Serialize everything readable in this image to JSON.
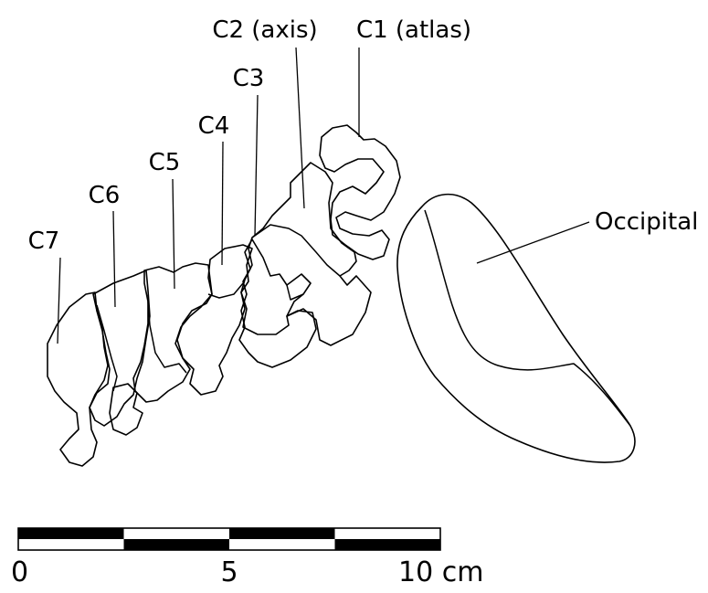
{
  "labels": {
    "c1": "C1 (atlas)",
    "c2": "C2 (axis)",
    "c3": "C3",
    "c4": "C4",
    "c5": "C5",
    "c6": "C6",
    "c7": "C7",
    "occipital": "Occipital"
  },
  "scale_bar": {
    "ticks": [
      "0",
      "5",
      "10 cm"
    ],
    "colors": {
      "dark": "#000000",
      "light": "#ffffff"
    }
  }
}
